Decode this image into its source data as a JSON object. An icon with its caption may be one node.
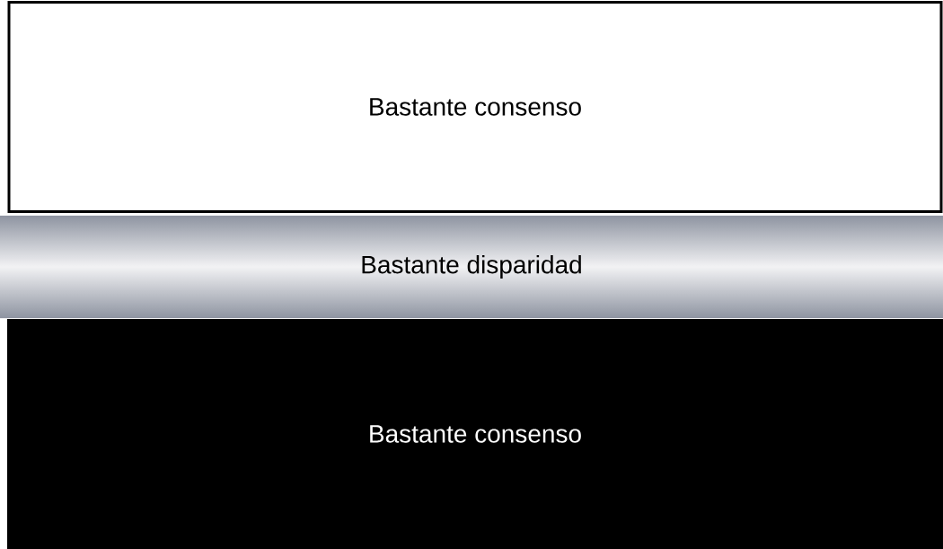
{
  "diagram": {
    "nodes": [
      {
        "text": [
          "Bastante consenso"
        ]
      },
      {
        "text": [
          "Bastante disparidad"
        ]
      },
      {
        "text": [
          "Bastante consenso"
        ]
      }
    ]
  }
}
